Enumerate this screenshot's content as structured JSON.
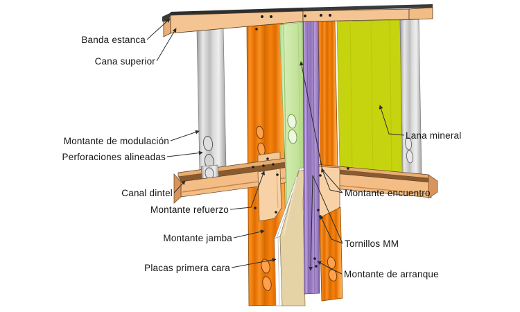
{
  "diagram": {
    "labels": {
      "banda_estanca": "Banda estanca",
      "cana_superior": "Cana superior",
      "montante_modulacion": "Montante de modulación",
      "perforaciones_alineadas": "Perforaciones alineadas",
      "canal_dintel": "Canal dintel",
      "montante_refuerzo": "Montante refuerzo",
      "montante_jamba": "Montante jamba",
      "placas_primera_cara": "Placas primera cara",
      "lana_mineral": "Lana mineral",
      "montante_encuentro": "Montante encuentro",
      "tornillos_mm": "Tornillos MM",
      "montante_arranque": "Montante de arranque"
    },
    "colors": {
      "wood": "#f4c492",
      "wood_dark": "#d9945b",
      "steel_gray": "#c9c9c9",
      "stud_orange": "#f5820d",
      "stud_purple": "#9c7fc4",
      "board_green": "#c9e6a3",
      "mineral_wool": "#c6d30f",
      "board_face": "#e5d3a6",
      "board_edge_white": "#ffffff",
      "leader_line": "#2b2b2b",
      "label_text": "#141414"
    }
  }
}
